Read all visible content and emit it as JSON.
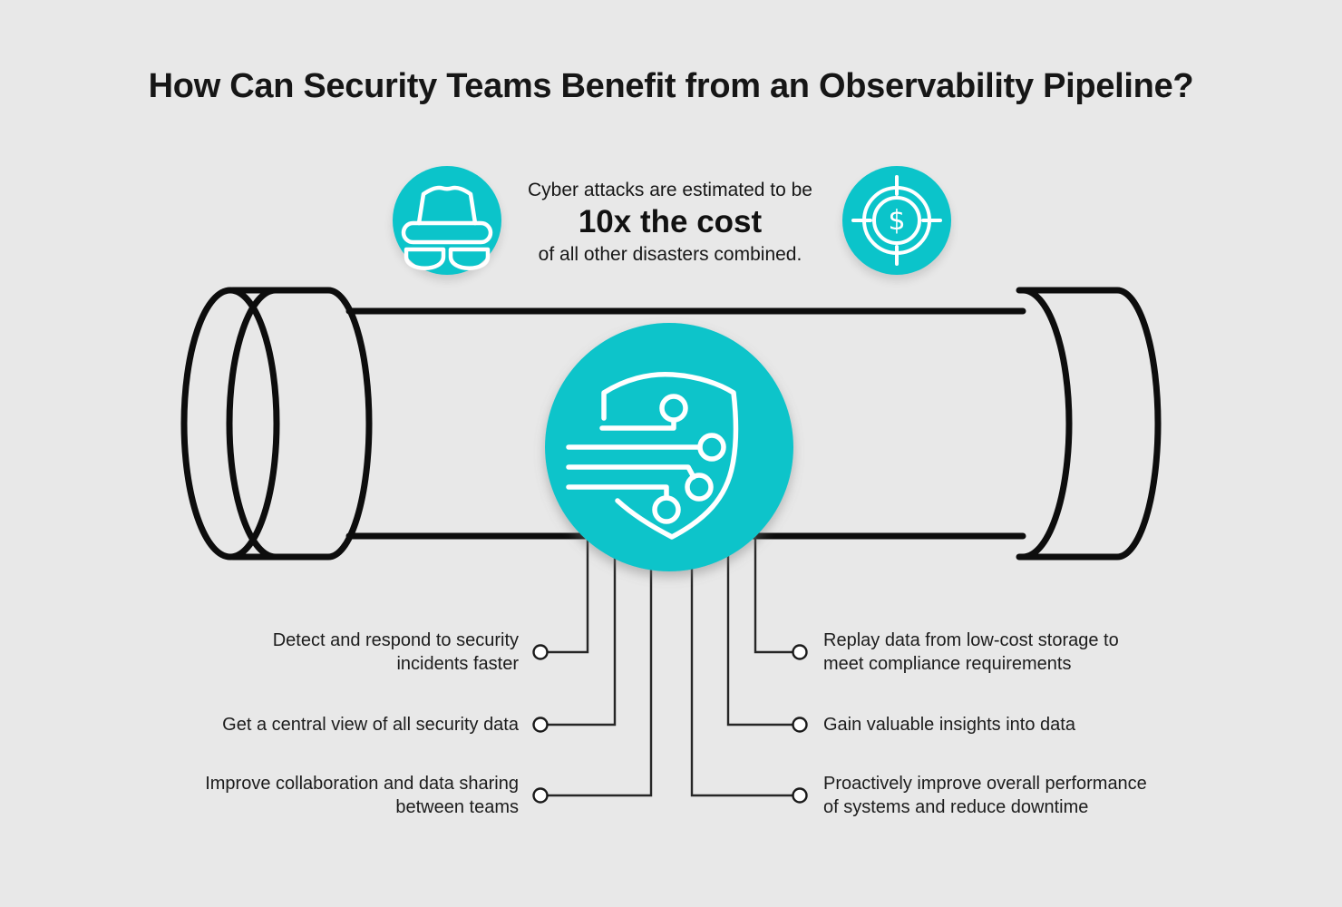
{
  "meta": {
    "background_color": "#e8e8e8",
    "accent_color": "#0bc4ca",
    "line_color": "#0d0d0d",
    "text_color": "#1b1b1b"
  },
  "title": "How Can Security Teams Benefit from an Observability Pipeline?",
  "stat": {
    "intro": "Cyber attacks are estimated to be",
    "highlight": "10x the cost",
    "outro": "of all other disasters combined.",
    "left_icon": "spy-hacker",
    "right_icon": "dollar-target"
  },
  "pipeline": {
    "center_icon": "shield-circuit"
  },
  "benefits": {
    "left": [
      {
        "lines": [
          "Detect and respond to security",
          "incidents faster"
        ]
      },
      {
        "lines": [
          "Get a central view of all security data"
        ]
      },
      {
        "lines": [
          "Improve collaboration and data sharing",
          "between teams"
        ]
      }
    ],
    "right": [
      {
        "lines": [
          "Replay data from low-cost storage to",
          "meet compliance requirements"
        ]
      },
      {
        "lines": [
          "Gain valuable insights into data"
        ]
      },
      {
        "lines": [
          "Proactively improve overall performance",
          "of systems and reduce downtime"
        ]
      }
    ]
  }
}
